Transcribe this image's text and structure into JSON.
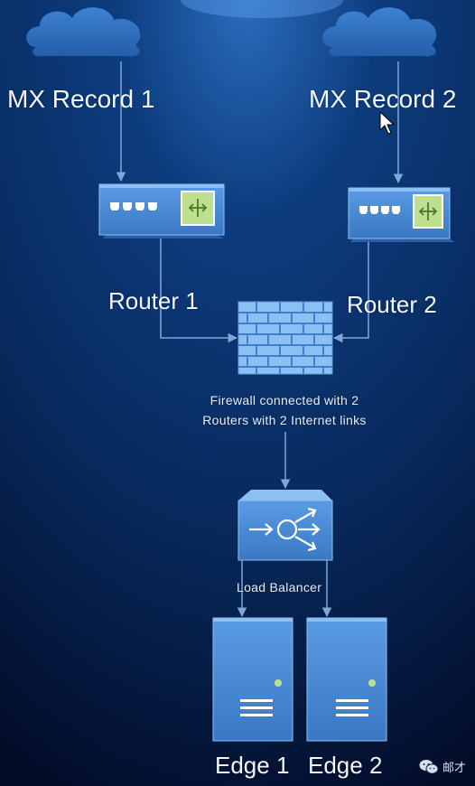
{
  "diagram": {
    "labels": {
      "mx1": "MX Record 1",
      "mx2": "MX Record 2",
      "router1": "Router 1",
      "router2": "Router 2",
      "firewall_caption_line1": "Firewall connected with 2",
      "firewall_caption_line2": "Routers with 2 Internet links",
      "load_balancer": "Load Balancer",
      "edge1": "Edge 1",
      "edge2": "Edge 2"
    },
    "colors": {
      "background_top": "#0b3775",
      "background_bottom": "#020b26",
      "device_fill": "#4d8ed8",
      "device_light": "#8cc0f3",
      "device_dark": "#2a5fa6",
      "connector": "#7ea8d8",
      "router_accent": "#b9dd8a",
      "cloud": "#2f6fbe"
    }
  },
  "watermark": {
    "text": "邮才",
    "icon": "wechat-icon"
  }
}
